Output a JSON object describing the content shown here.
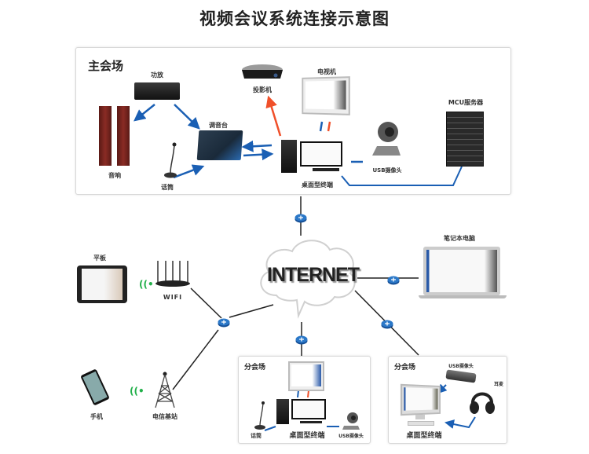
{
  "title": "视频会议系统连接示意图",
  "colors": {
    "av_link": "#1a5fb4",
    "video_link": "#f0502a",
    "network_link": "#222222",
    "router": "#1e63b0",
    "wireless": "#22b04a"
  },
  "main_venue": {
    "title": "主会场",
    "devices": {
      "amplifier": "功放",
      "speakers": "音响",
      "mixer": "调音台",
      "microphone": "话筒",
      "projector": "投影机",
      "tv": "电视机",
      "desktop_terminal": "桌面型终端",
      "usb_camera": "USB摄像头",
      "mcu_server": "MCU服务器"
    }
  },
  "network": {
    "cloud_label": "INTERNET",
    "router_icon": "router-icon",
    "tablet": "平板",
    "wifi": "WIFI",
    "laptop": "笔记本电脑",
    "phone": "手机",
    "base_station": "电信基站"
  },
  "branch_venue_1": {
    "title": "分会场",
    "devices": {
      "microphone": "话筒",
      "desktop_terminal": "桌面型终端",
      "usb_camera": "USB摄像头"
    }
  },
  "branch_venue_2": {
    "title": "分会场",
    "devices": {
      "usb_camera": "USB摄像头",
      "headphones": "耳麦",
      "desktop_terminal": "桌面型终端"
    }
  }
}
